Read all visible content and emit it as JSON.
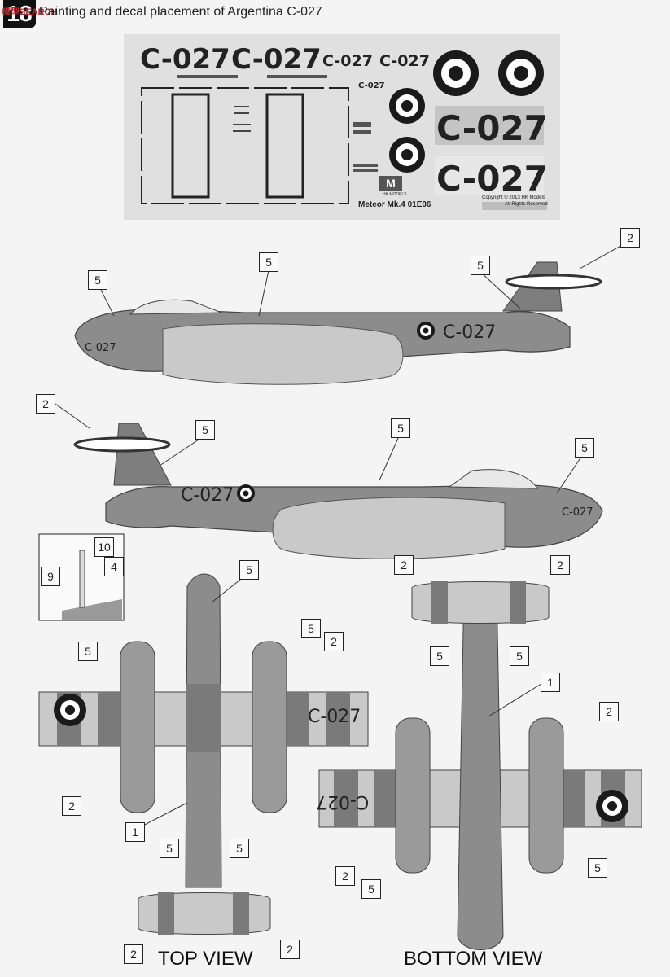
{
  "header": {
    "step_number": "18",
    "logo_text": "模型SEARCH",
    "title": "Painting and decal placement of Argentina C-027"
  },
  "decal_sheet": {
    "serial": "C-027",
    "product": "Meteor Mk.4 01E06",
    "copyright": "Copyright © 2013 HK Models",
    "rights": "All Rights Reserved",
    "brand": "HK MODELS"
  },
  "aircraft_serial": "C-027",
  "callouts": {
    "c1": "1",
    "c2": "2",
    "c4": "4",
    "c5": "5",
    "c9": "9",
    "c10": "10"
  },
  "views": {
    "top": "TOP VIEW",
    "bottom": "BOTTOM VIEW"
  },
  "colors": {
    "dark_grey": "#7a7a7a",
    "medium_grey": "#9a9a9a",
    "light_grey": "#c9c9c9",
    "roundel_dark": "#1a1a1a",
    "logo_red": "#c8242b"
  }
}
